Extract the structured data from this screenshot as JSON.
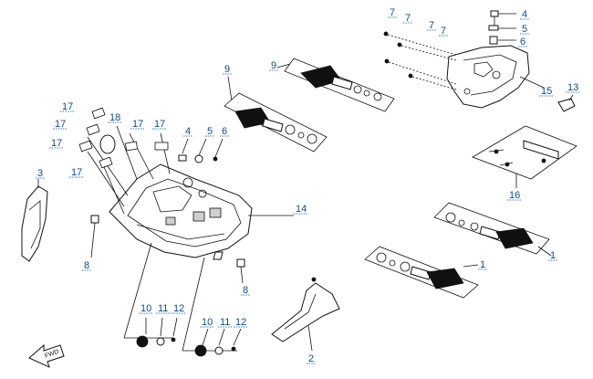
{
  "diagram": {
    "callouts": {
      "c1a": "1",
      "c1b": "1",
      "c2": "2",
      "c3": "3",
      "c4a": "4",
      "c4b": "4",
      "c5a": "5",
      "c5b": "5",
      "c6a": "6",
      "c6b": "6",
      "c7a": "7",
      "c7b": "7",
      "c7c": "7",
      "c7d": "7",
      "c8a": "8",
      "c8b": "8",
      "c9a": "9",
      "c9b": "9",
      "c10a": "10",
      "c10b": "10",
      "c11a": "11",
      "c11b": "11",
      "c12a": "12",
      "c12b": "12",
      "c13": "13",
      "c14": "14",
      "c15": "15",
      "c16": "16",
      "c17a": "17",
      "c17b": "17",
      "c17c": "17",
      "c17d": "17",
      "c17e": "17",
      "c18": "18"
    },
    "fwd_label": "FWD",
    "colors": {
      "callout": "#0d4a8a",
      "line": "#111111",
      "background": "#ffffff"
    }
  }
}
